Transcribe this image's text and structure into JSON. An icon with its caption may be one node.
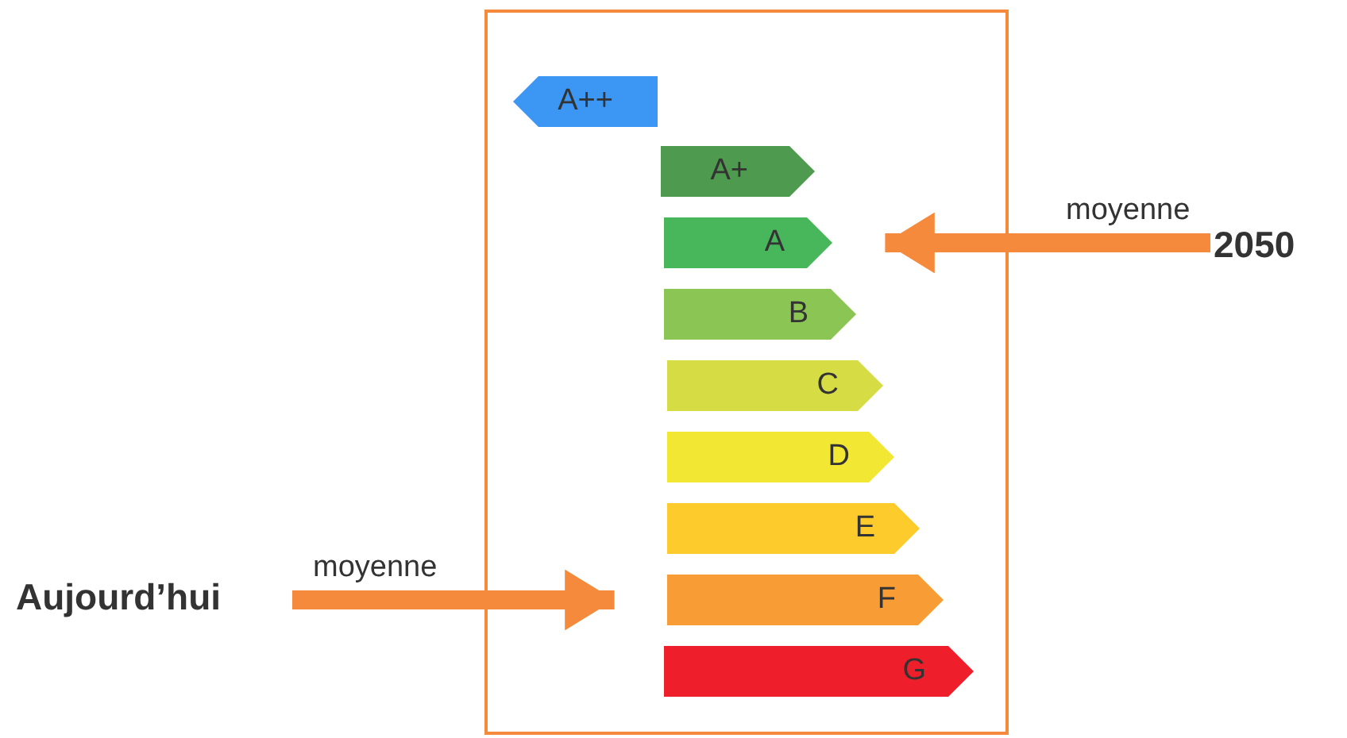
{
  "diagram": {
    "nodes": [
      {
        "text": [],
        "shape": "box"
      },
      {
        "text": [
          "A++"
        ],
        "in": 0
      },
      {
        "text": [
          "A+"
        ],
        "in": 0
      },
      {
        "text": [
          "A"
        ],
        "in": 0
      },
      {
        "text": [
          "B"
        ],
        "in": 0
      },
      {
        "text": [
          "C"
        ],
        "in": 0
      },
      {
        "text": [
          "D"
        ],
        "in": 0
      },
      {
        "text": [
          "E"
        ],
        "in": 0
      },
      {
        "text": [
          "F"
        ],
        "in": 0
      },
      {
        "text": [
          "G"
        ],
        "in": 0
      },
      {
        "text": [
          "2050"
        ]
      },
      {
        "text": [
          "Aujourd’hui"
        ]
      }
    ],
    "edges": [
      {
        "from": 10,
        "to": 3,
        "arrow": "to",
        "label": "moyenne"
      },
      {
        "from": 11,
        "to": 8,
        "arrow": "to",
        "label": "moyenne"
      }
    ]
  }
}
